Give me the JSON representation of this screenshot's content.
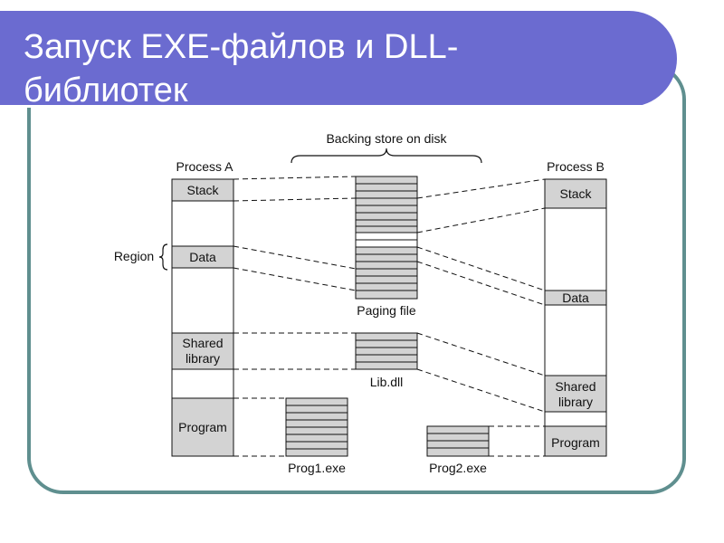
{
  "title": {
    "line1": "Запуск EXE-файлов и DLL-",
    "line2": "библиотек"
  },
  "diagram": {
    "backing_store_label": "Backing store on disk",
    "process_a": {
      "label": "Process A",
      "segments": {
        "stack": "Stack",
        "data": "Data",
        "shared1": "Shared",
        "shared2": "library",
        "program": "Program"
      }
    },
    "process_b": {
      "label": "Process B",
      "segments": {
        "stack": "Stack",
        "data": "Data",
        "shared1": "Shared",
        "shared2": "library",
        "program": "Program"
      }
    },
    "region_label": "Region",
    "paging_file_label": "Paging file",
    "lib_label": "Lib.dll",
    "prog1_label": "Prog1.exe",
    "prog2_label": "Prog2.exe",
    "colors": {
      "title_bar": "#6b6bd0",
      "frame": "#5f8f8f",
      "segment_fill": "#d3d3d3"
    }
  }
}
